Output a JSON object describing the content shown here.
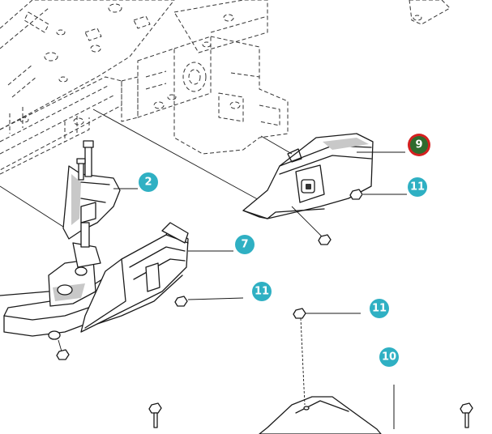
{
  "colors": {
    "callout_fill": "#2fb0c3",
    "highlight_fill": "#2e6b2e",
    "highlight_ring": "#d42020",
    "callout_text": "#ffffff",
    "line": "#1a1a1a"
  },
  "callouts": [
    {
      "id": "c9",
      "label": "9",
      "highlighted": true
    },
    {
      "id": "c2",
      "label": "2",
      "highlighted": false
    },
    {
      "id": "c11a",
      "label": "11",
      "highlighted": false
    },
    {
      "id": "c7",
      "label": "7",
      "highlighted": false
    },
    {
      "id": "c11b",
      "label": "11",
      "highlighted": false
    },
    {
      "id": "c11c",
      "label": "11",
      "highlighted": false
    },
    {
      "id": "c10",
      "label": "10",
      "highlighted": false
    }
  ],
  "parts": [
    {
      "id": "frame",
      "icon": "mower-frame-dashed"
    },
    {
      "id": "guard-bracket",
      "icon": "guard-bracket"
    },
    {
      "id": "spindle-support",
      "icon": "spindle-support"
    },
    {
      "id": "deflector-chute",
      "icon": "deflector-chute"
    },
    {
      "id": "lower-plate",
      "icon": "lower-plate"
    },
    {
      "id": "bolts",
      "icon": "hex-bolt"
    }
  ]
}
